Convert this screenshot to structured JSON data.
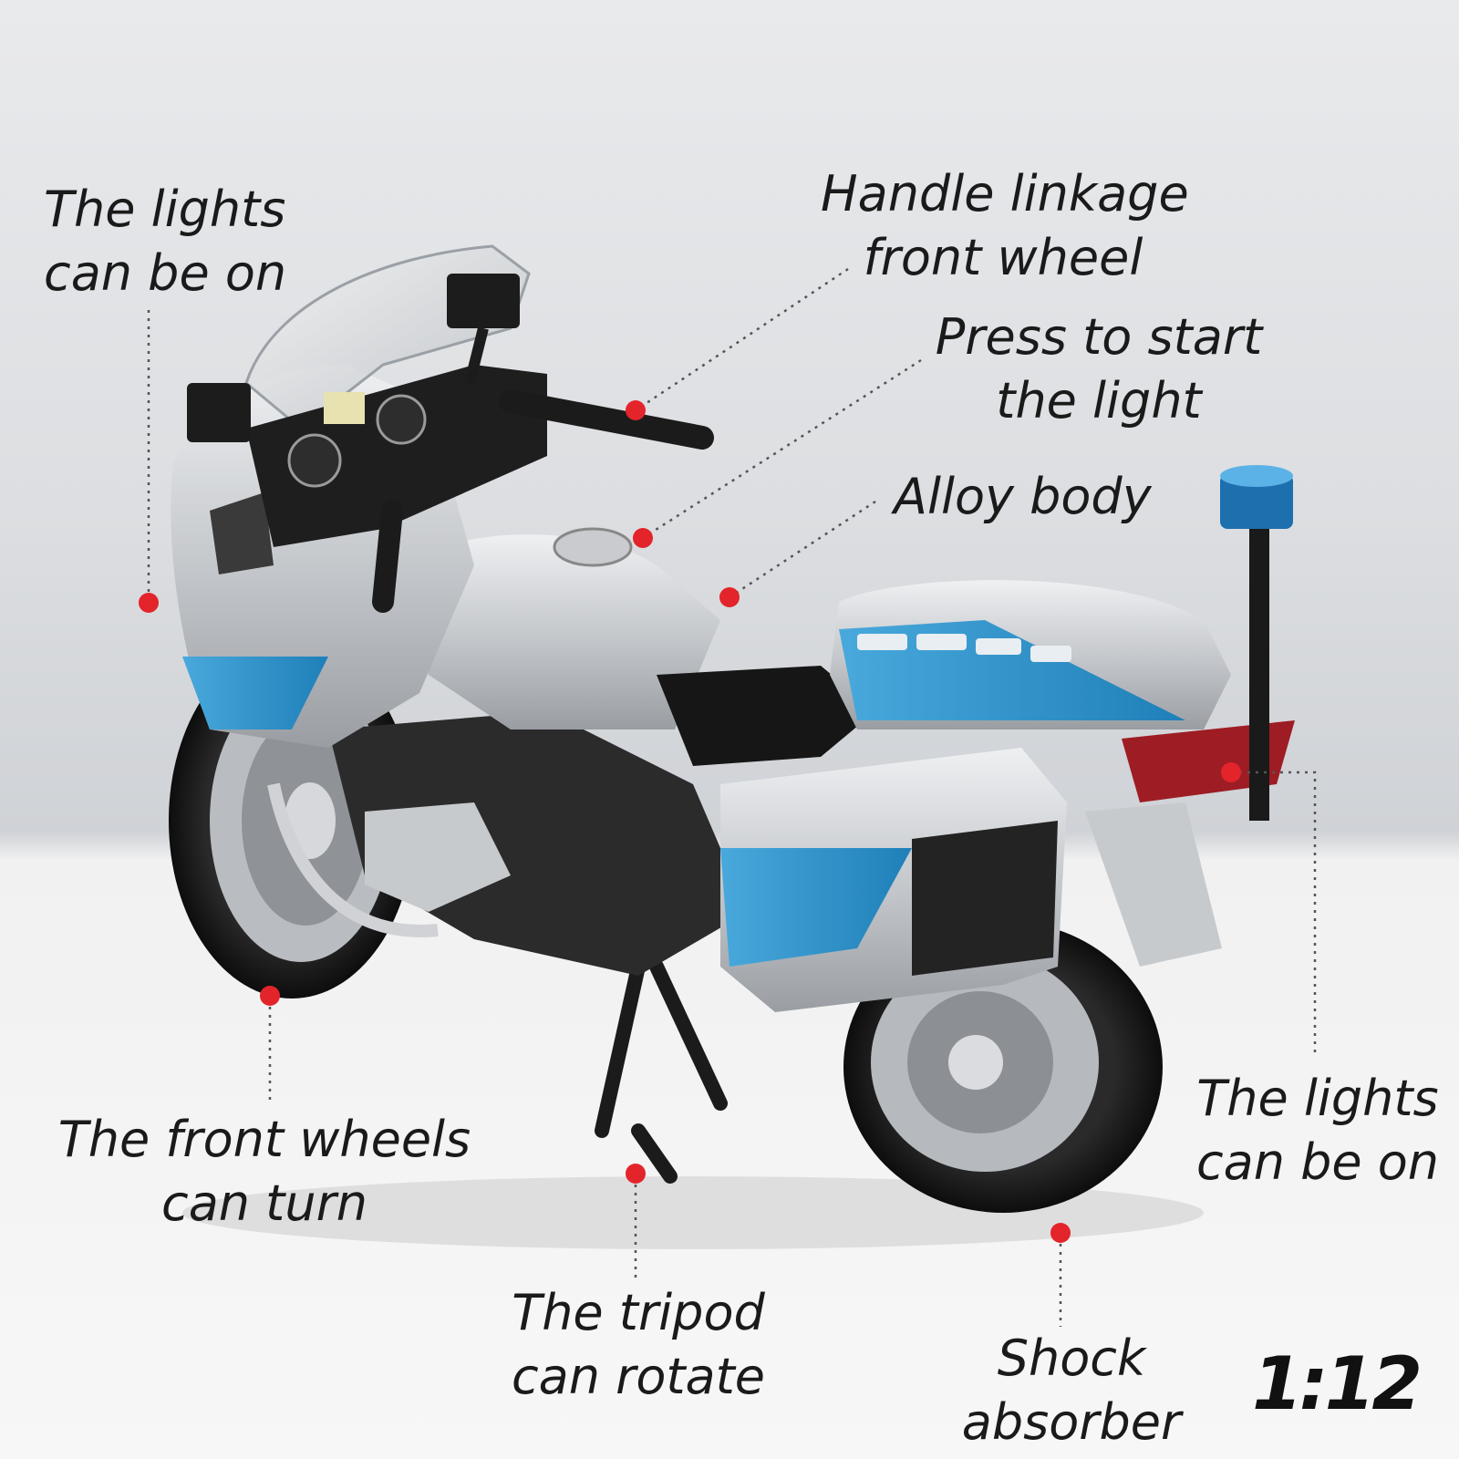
{
  "labels": {
    "lights_front_1": "The lights",
    "lights_front_2": "can be on",
    "handle_1": "Handle linkage",
    "handle_2": "front wheel",
    "press_1": "Press to start",
    "press_2": "the light",
    "alloy": "Alloy body",
    "front_wheels_1": "The front wheels",
    "front_wheels_2": "can turn",
    "tripod_1": "The tripod",
    "tripod_2": "can rotate",
    "shock_1": "Shock",
    "shock_2": "absorber",
    "lights_rear_1": "The lights",
    "lights_rear_2": "can be on"
  },
  "scale": "1:12",
  "colors": {
    "marker": "#e3242b",
    "leader": "#555555",
    "police_blue": "#2e95cf",
    "silver": "#c9cbce",
    "text": "#1a1a1a"
  }
}
